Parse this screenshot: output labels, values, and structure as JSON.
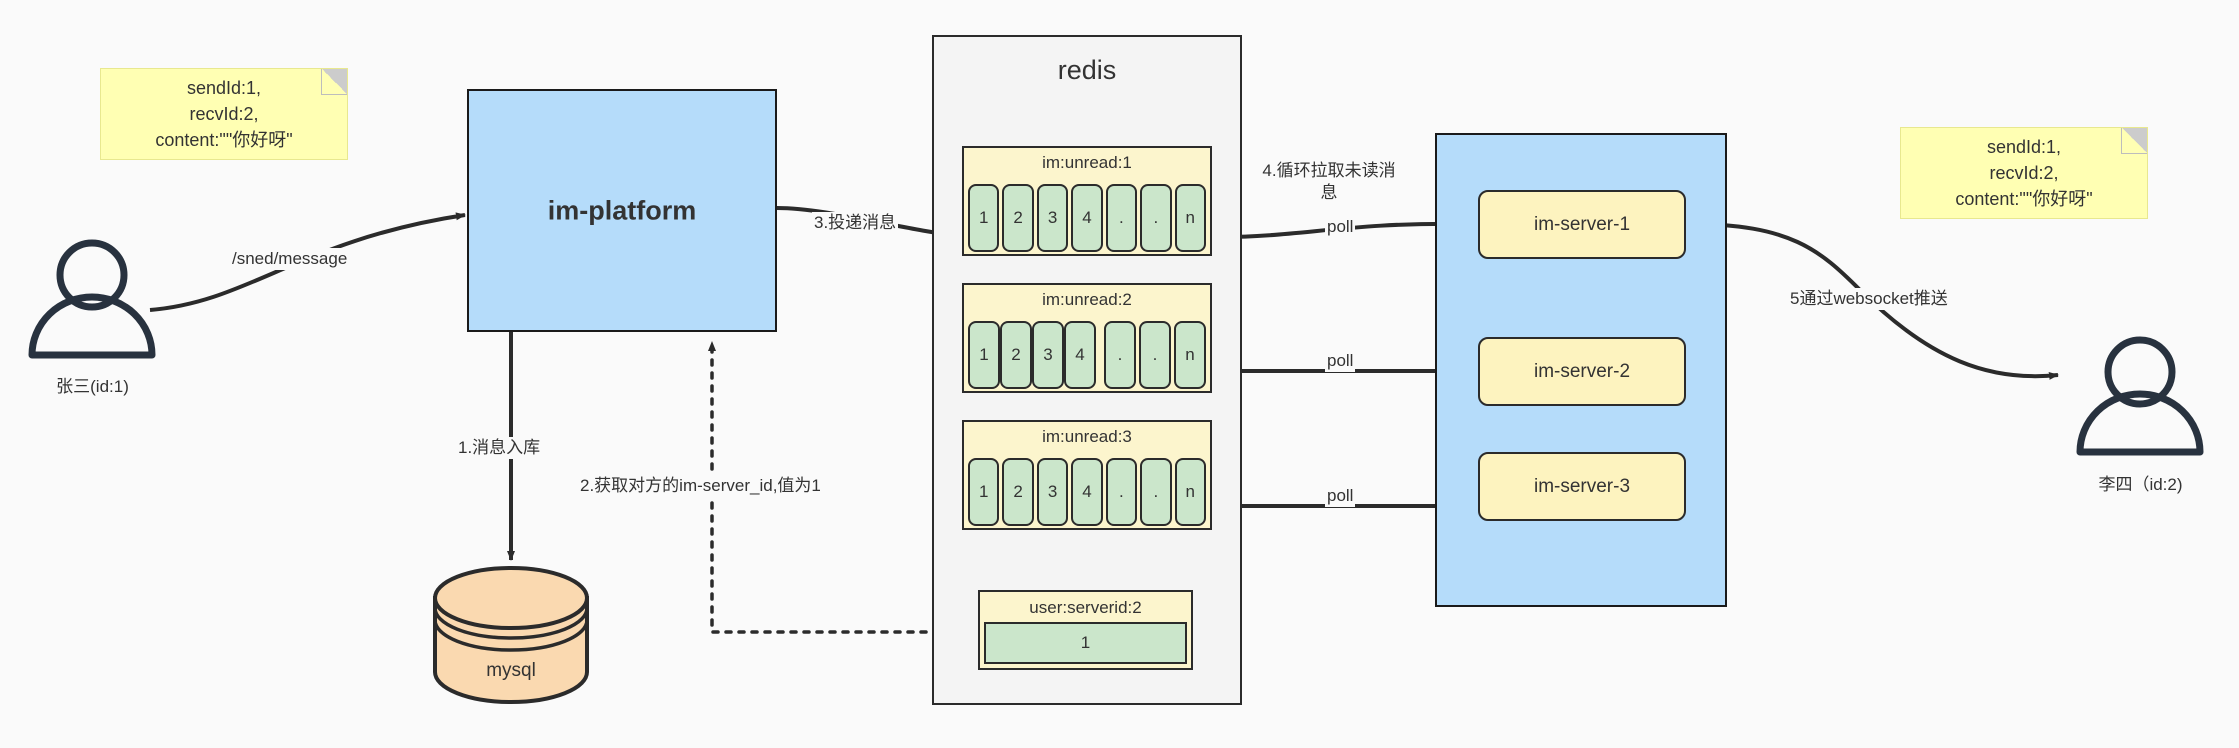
{
  "diagram": {
    "title": "IM message delivery architecture",
    "colors": {
      "background": "#fafafa",
      "blue_container": "#b5dcfa",
      "yellow_note": "#ffffb3",
      "yellow_key": "#fcf5cd",
      "green_cell": "#cbe6cb",
      "orange_db": "#fad9b0",
      "stroke": "#2b2b2b"
    }
  },
  "notes": {
    "left": {
      "text": "sendId:1,\nrecvId:2,\ncontent:\"\"你好呀\""
    },
    "right": {
      "text": "sendId:1,\nrecvId:2,\ncontent:\"\"你好呀\""
    }
  },
  "actors": {
    "sender": {
      "label": "张三(id:1)"
    },
    "receiver": {
      "label": "李四（id:2)"
    }
  },
  "nodes": {
    "im_platform": {
      "label": "im-platform"
    },
    "mysql": {
      "label": "mysql"
    },
    "redis": {
      "label": "redis"
    },
    "server_cluster": {
      "label": ""
    }
  },
  "redis_keys": [
    {
      "name": "im:unread:1",
      "cells": [
        "1",
        "2",
        "3",
        "4",
        ".",
        ".",
        "n"
      ],
      "layout": "even"
    },
    {
      "name": "im:unread:2",
      "cells": [
        "1",
        "2",
        "3",
        "4",
        ".",
        ".",
        "n"
      ],
      "layout": "tight-first-four"
    },
    {
      "name": "im:unread:3",
      "cells": [
        "1",
        "2",
        "3",
        "4",
        ".",
        ".",
        "n"
      ],
      "layout": "even"
    }
  ],
  "serverid_key": {
    "name": "user:serverid:2",
    "value": "1"
  },
  "servers": [
    {
      "label": "im-server-1"
    },
    {
      "label": "im-server-2"
    },
    {
      "label": "im-server-3"
    }
  ],
  "edges": {
    "send_message": "/sned/message",
    "step1": "1.消息入库",
    "step2": "2.获取对方的im-server_id,值为1",
    "step3": "3.投递消息",
    "step4": "4.循环拉取未读消\n息",
    "step5": "5通过websocket推送",
    "poll1": "poll",
    "poll2": "poll",
    "poll3": "poll"
  }
}
